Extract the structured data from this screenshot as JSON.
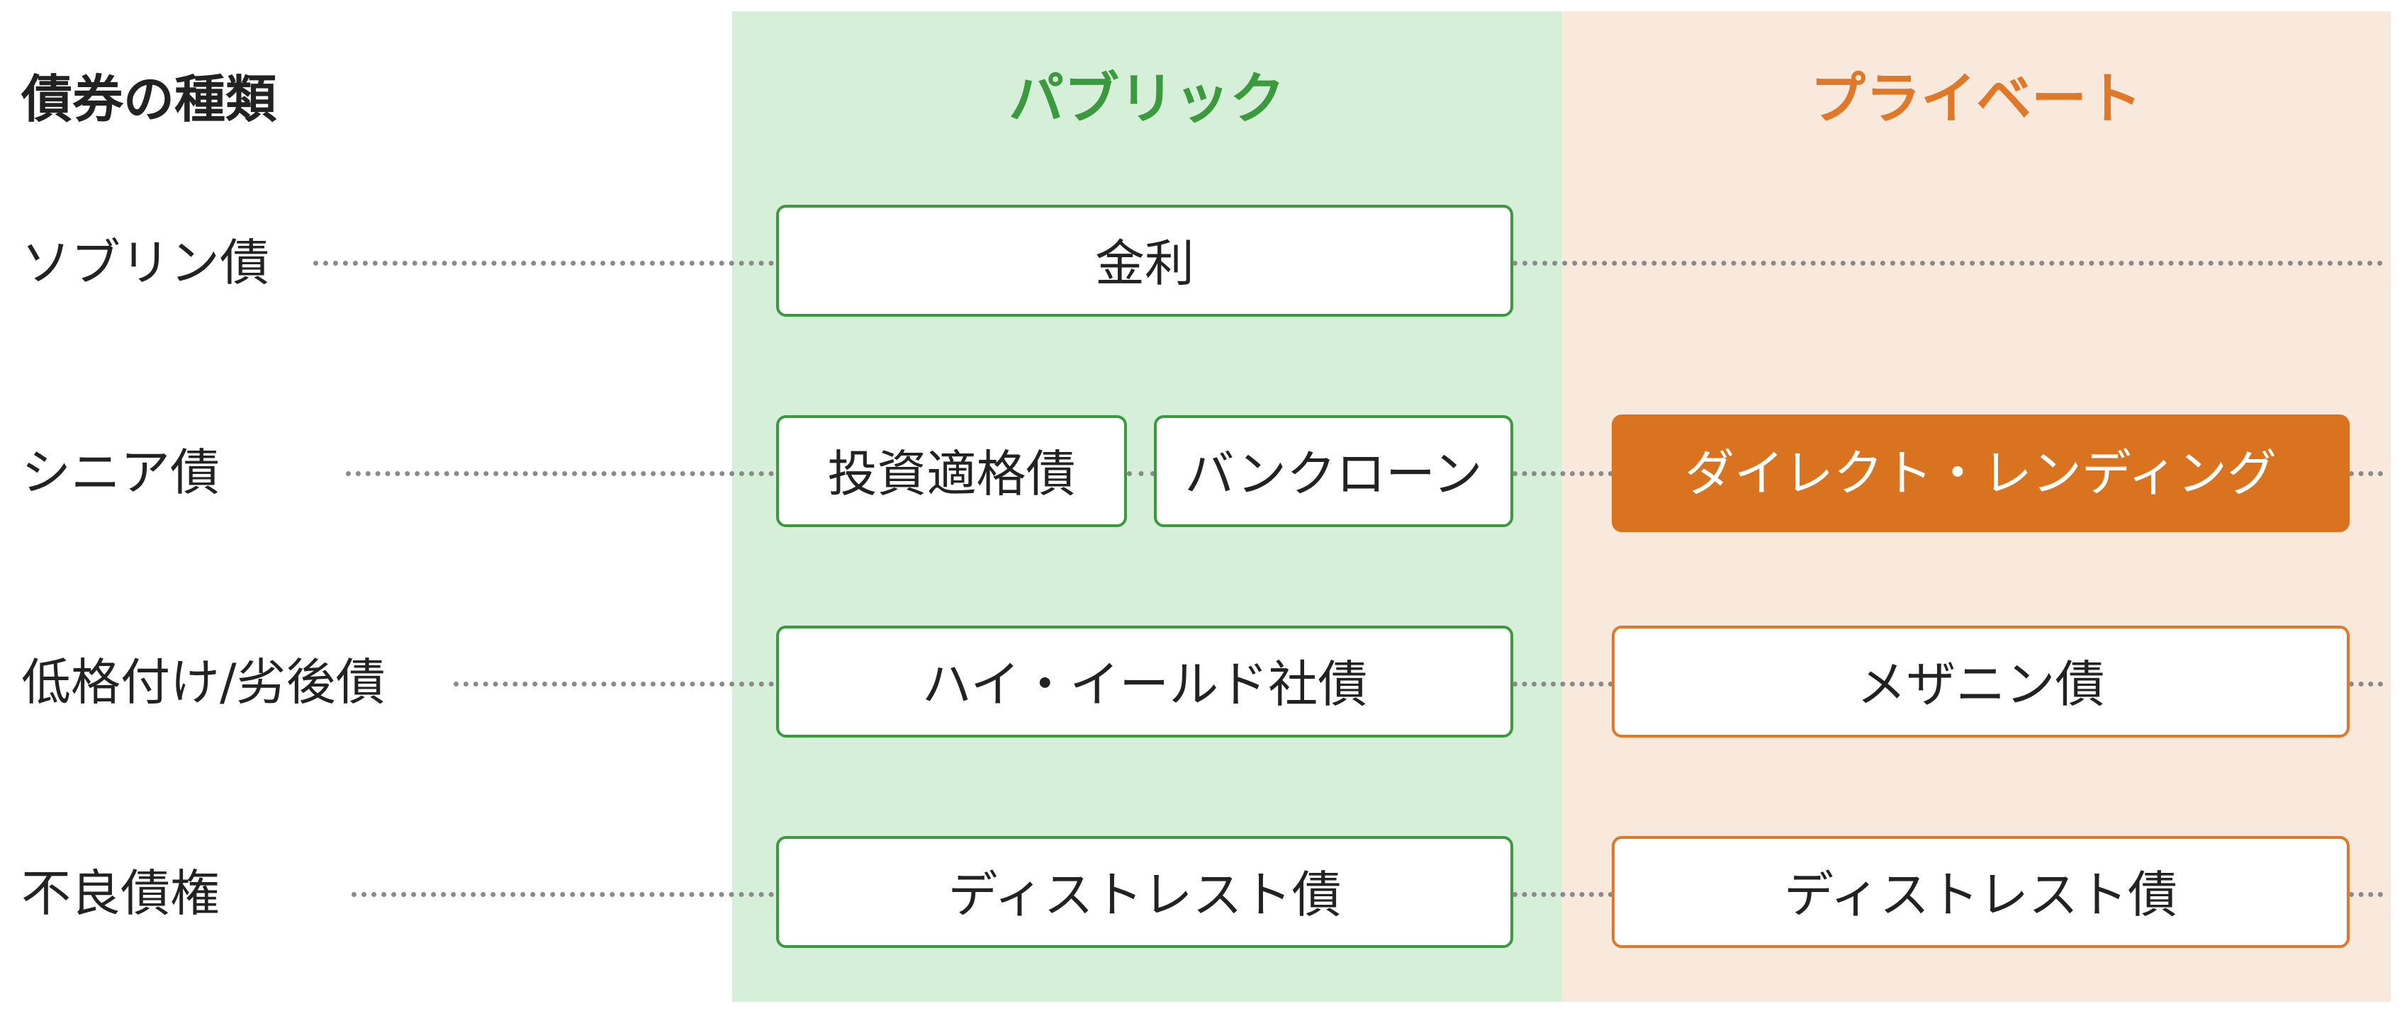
{
  "header": {
    "row_header": "債券の種類",
    "public": "パブリック",
    "private": "プライベート"
  },
  "rows": [
    {
      "label": "ソブリン債",
      "public": [
        "金利"
      ],
      "private": []
    },
    {
      "label": "シニア債",
      "public": [
        "投資適格債",
        "バンクローン"
      ],
      "private": [
        "ダイレクト・レンディング"
      ]
    },
    {
      "label": "低格付け/劣後債",
      "public": [
        "ハイ・イールド社債"
      ],
      "private": [
        "メザニン債"
      ]
    },
    {
      "label": "不良債権",
      "public": [
        "ディストレスト債"
      ],
      "private": [
        "ディストレスト債"
      ]
    }
  ],
  "colors": {
    "public_accent": "#3a9a3d",
    "public_background": "#d6efd8",
    "private_accent": "#e0782a",
    "private_background": "#f9e8dc",
    "highlight_fill": "#d9731f",
    "connector": "#8a8a8a"
  }
}
